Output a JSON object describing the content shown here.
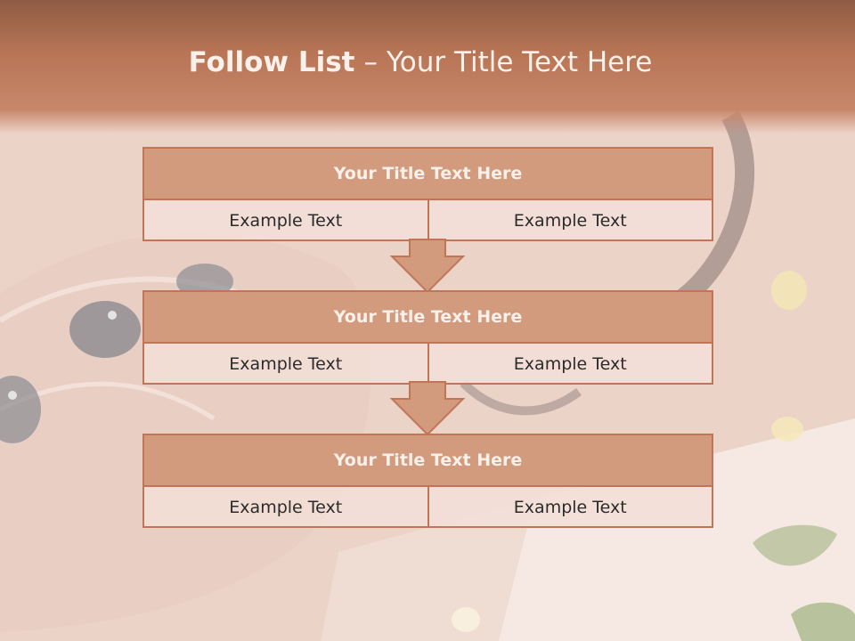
{
  "slide": {
    "title_bold": "Follow List",
    "title_dash": "–",
    "title_rest": "Your Title Text Here"
  },
  "blocks": [
    {
      "title": "Your Title Text Here",
      "left": "Example Text",
      "right": "Example Text"
    },
    {
      "title": "Your Title Text Here",
      "left": "Example Text",
      "right": "Example Text"
    },
    {
      "title": "Your Title Text Here",
      "left": "Example Text",
      "right": "Example Text"
    }
  ],
  "colors": {
    "header": "#b87556",
    "block_title_fill": "#d39b7e",
    "block_border": "#c27556",
    "arrow_fill": "#d39b7e",
    "title_text": "#fbf1ea"
  }
}
